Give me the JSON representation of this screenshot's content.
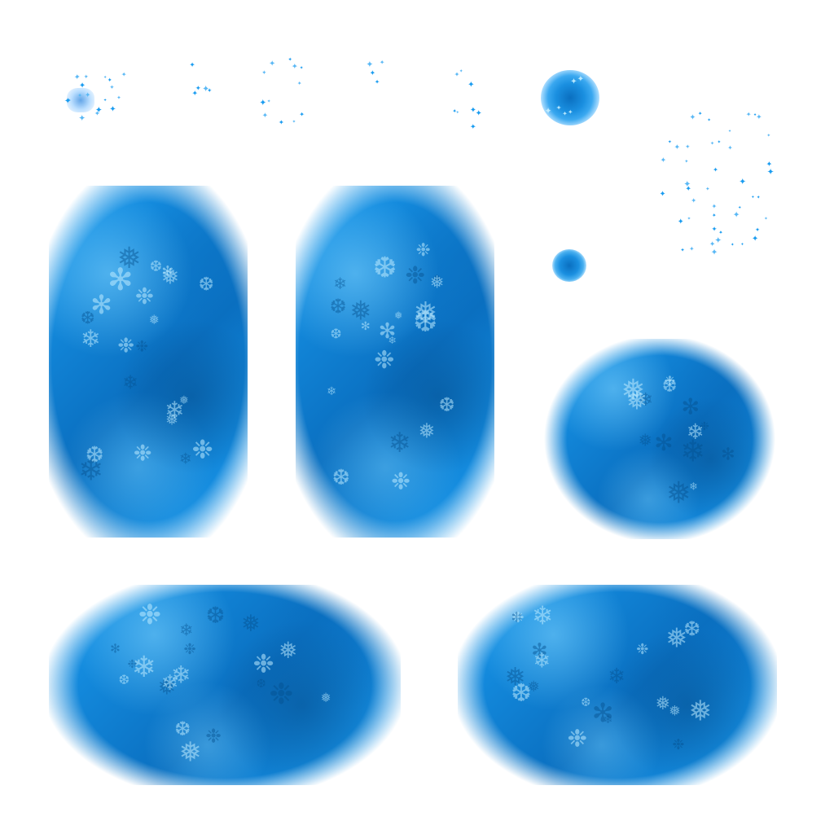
{
  "atlas": {
    "background": "#ffffff",
    "accent": "#1a9cf0",
    "accent_light": "#7fd4ff",
    "accent_dark": "#0a6fc0",
    "accent_deep": "#054f8f"
  },
  "icons": {
    "sparkle": "snowflake-sparkle-icon",
    "texture": "frost-snowflake-texture"
  },
  "sprites": [
    {
      "name": "sparkle-burst-sprite",
      "kind": "sparkle-burst"
    },
    {
      "name": "sparkle-scatter-sprite-1",
      "kind": "sparkle-scatter"
    },
    {
      "name": "sparkle-scatter-sprite-2",
      "kind": "sparkle-scatter"
    },
    {
      "name": "sparkle-scatter-sprite-3",
      "kind": "sparkle-scatter"
    },
    {
      "name": "sparkle-scatter-sprite-4",
      "kind": "sparkle-scatter"
    },
    {
      "name": "small-glow-orb-sprite",
      "kind": "glow-orb"
    },
    {
      "name": "tiny-glow-orb-sprite",
      "kind": "glow-orb"
    },
    {
      "name": "sparkle-cluster-sprite",
      "kind": "sparkle-cluster"
    },
    {
      "name": "frost-tile-rect-1",
      "kind": "frost-rect"
    },
    {
      "name": "frost-tile-rect-2",
      "kind": "frost-rect"
    },
    {
      "name": "frost-tile-circle",
      "kind": "frost-circle"
    },
    {
      "name": "frost-tile-wide-1",
      "kind": "frost-wide"
    },
    {
      "name": "frost-tile-wide-2",
      "kind": "frost-wide"
    }
  ]
}
